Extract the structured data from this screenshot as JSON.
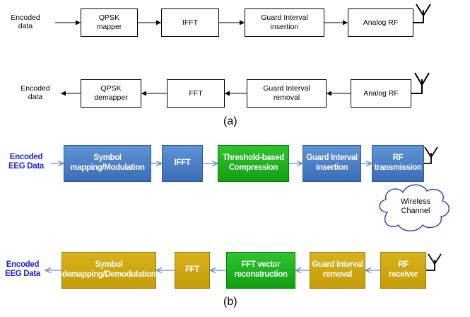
{
  "diagram_a": {
    "tx": {
      "input_label": "Encoded\ndata",
      "blocks": [
        "QPSK\nmapper",
        "IFFT",
        "Guard Interval\ninsertion",
        "Analog RF"
      ]
    },
    "rx": {
      "output_label": "Encoded\ndata",
      "blocks": [
        "QPSK\ndemapper",
        "FFT",
        "Guard Interval\nremoval",
        "Analog RF"
      ]
    },
    "caption": "(a)"
  },
  "diagram_b": {
    "tx": {
      "input_label": "Encoded\nEEG Data",
      "blocks": [
        "Symbol\nmapping/Modulation",
        "IFFT",
        "Threshold-based\nCompression",
        "Guard Interval\ninsertion",
        "RF\ntransmission"
      ]
    },
    "channel_label": "Wireless\nChannel",
    "rx": {
      "output_label": "Encoded\nEEG Data",
      "blocks": [
        "Symbol\ndemapping/Demodulation",
        "FFT",
        "FFT vector\nreconstruction",
        "Guard Interval\nremoval",
        "RF\nreceiver"
      ]
    },
    "caption": "(b)"
  },
  "colors": {
    "blue_block": "#3b6db7",
    "green_block": "#12a012",
    "gold_block": "#c39c08",
    "arrow_b": "#5b8fcf",
    "eeg_label": "#1a25d0"
  },
  "icons": [
    "antenna-icon",
    "cloud-icon"
  ]
}
